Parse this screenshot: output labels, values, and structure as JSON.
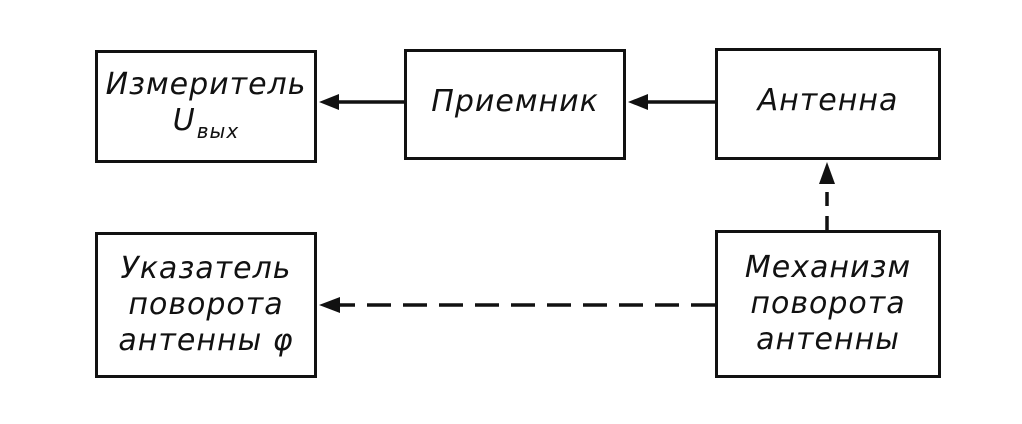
{
  "blocks": {
    "meter": {
      "line1": "Измеритель",
      "line2_main": "U",
      "line2_sub": "вых"
    },
    "receiver": {
      "label": "Приемник"
    },
    "antenna": {
      "label": "Антенна"
    },
    "indicator": {
      "line1": "Указатель",
      "line2": "поворота",
      "line3": "антенны φ"
    },
    "mechanism": {
      "line1": "Механизм",
      "line2": "поворота",
      "line3": "антенны"
    }
  },
  "colors": {
    "ink": "#111111",
    "background": "#ffffff"
  }
}
